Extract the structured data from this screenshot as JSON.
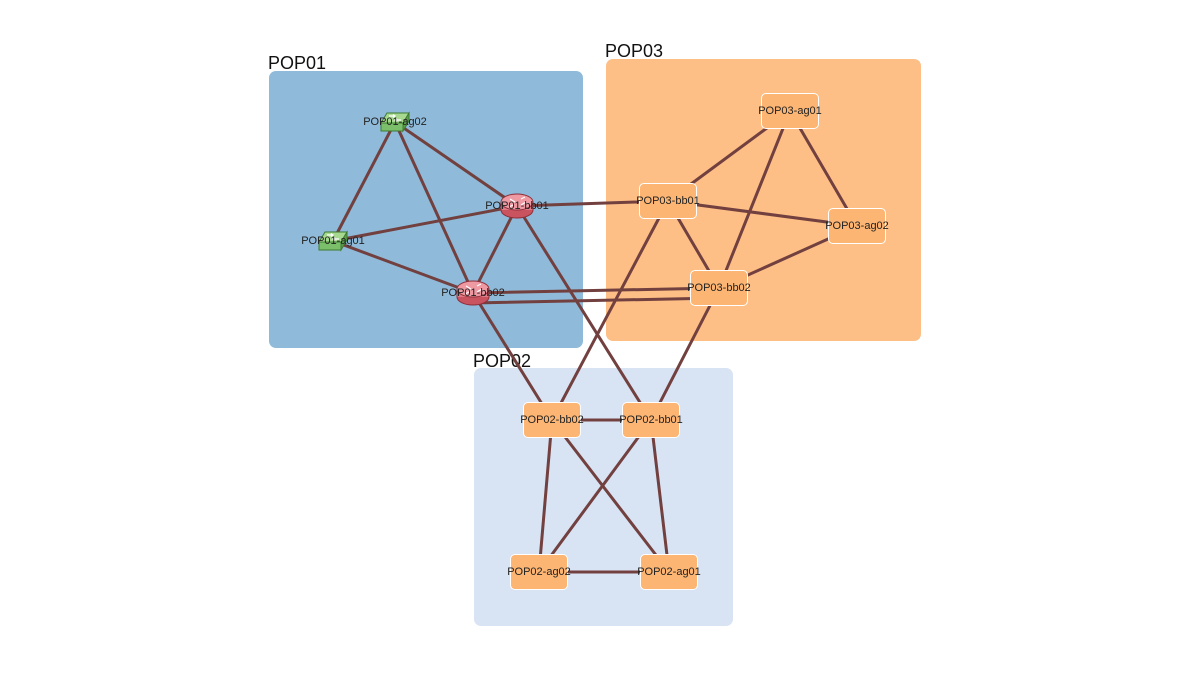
{
  "groups": [
    {
      "id": "pop01",
      "label": "POP01",
      "fill": "#8fbad9"
    },
    {
      "id": "pop03",
      "label": "POP03",
      "fill": "#fdbf86"
    },
    {
      "id": "pop02",
      "label": "POP02",
      "fill": "#d8e3f4"
    }
  ],
  "nodes": [
    {
      "id": "pop01-ag02",
      "label": "POP01-ag02",
      "kind": "switch-icon"
    },
    {
      "id": "pop01-ag01",
      "label": "POP01-ag01",
      "kind": "switch-icon"
    },
    {
      "id": "pop01-bb01",
      "label": "POP01-bb01",
      "kind": "router-icon"
    },
    {
      "id": "pop01-bb02",
      "label": "POP01-bb02",
      "kind": "router-icon"
    },
    {
      "id": "pop03-ag01",
      "label": "POP03-ag01",
      "kind": "box"
    },
    {
      "id": "pop03-bb01",
      "label": "POP03-bb01",
      "kind": "box"
    },
    {
      "id": "pop03-ag02",
      "label": "POP03-ag02",
      "kind": "box"
    },
    {
      "id": "pop03-bb02",
      "label": "POP03-bb02",
      "kind": "box"
    },
    {
      "id": "pop02-bb02",
      "label": "POP02-bb02",
      "kind": "box"
    },
    {
      "id": "pop02-bb01",
      "label": "POP02-bb01",
      "kind": "box"
    },
    {
      "id": "pop02-ag02",
      "label": "POP02-ag02",
      "kind": "box"
    },
    {
      "id": "pop02-ag01",
      "label": "POP02-ag01",
      "kind": "box"
    }
  ],
  "links": [
    [
      "pop01-ag02",
      "pop01-ag01"
    ],
    [
      "pop01-ag02",
      "pop01-bb01"
    ],
    [
      "pop01-ag02",
      "pop01-bb02"
    ],
    [
      "pop01-ag01",
      "pop01-bb01"
    ],
    [
      "pop01-ag01",
      "pop01-bb02"
    ],
    [
      "pop01-bb01",
      "pop01-bb02"
    ],
    [
      "pop01-bb01",
      "pop03-bb01"
    ],
    [
      "pop01-bb01",
      "pop02-bb01"
    ],
    [
      "pop01-bb02",
      "pop03-bb02"
    ],
    [
      "pop01-bb02",
      "pop03-bb02",
      "b"
    ],
    [
      "pop01-bb02",
      "pop02-bb02"
    ],
    [
      "pop03-ag01",
      "pop03-bb01"
    ],
    [
      "pop03-ag01",
      "pop03-ag02"
    ],
    [
      "pop03-ag01",
      "pop03-bb02"
    ],
    [
      "pop03-bb01",
      "pop03-ag02"
    ],
    [
      "pop03-bb01",
      "pop03-bb02"
    ],
    [
      "pop03-bb01",
      "pop02-bb02"
    ],
    [
      "pop03-ag02",
      "pop03-bb02"
    ],
    [
      "pop03-bb02",
      "pop02-bb01"
    ],
    [
      "pop02-bb02",
      "pop02-bb01"
    ],
    [
      "pop02-bb02",
      "pop02-ag02"
    ],
    [
      "pop02-bb02",
      "pop02-ag01"
    ],
    [
      "pop02-bb01",
      "pop02-ag02"
    ],
    [
      "pop02-bb01",
      "pop02-ag01"
    ],
    [
      "pop02-ag02",
      "pop02-ag01"
    ]
  ],
  "colors": {
    "link": "#72403f",
    "box_fill": "#fcb572",
    "box_border": "#ffffff",
    "switch_fill": "#7bbf6a",
    "router_fill": "#e07a85"
  }
}
